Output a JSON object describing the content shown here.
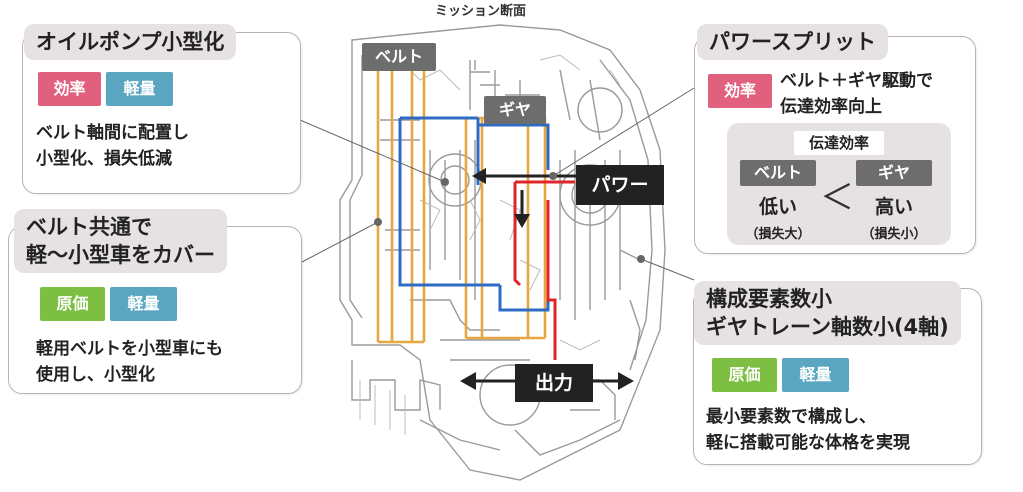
{
  "diagram_title": "ミッション断面",
  "oil_pump": {
    "title": "オイルポンプ小型化",
    "tags": [
      "効率",
      "軽量"
    ],
    "lines": [
      "ベルト軸間に配置し",
      "小型化、損失低減"
    ]
  },
  "belt_common": {
    "title_lines": [
      "ベルト共通で",
      "軽～小型車をカバー"
    ],
    "tags": [
      "原価",
      "軽量"
    ],
    "lines": [
      "軽用ベルトを小型車にも",
      "使用し、小型化"
    ]
  },
  "power_split": {
    "title": "パワースプリット",
    "tag": "効率",
    "lines": [
      "ベルト＋ギヤ駆動で",
      "伝達効率向上"
    ],
    "efficiency": {
      "header": "伝達効率",
      "left_label": "ベルト",
      "left_value": "低い",
      "left_note": "（損失大）",
      "comparator": "＜",
      "right_label": "ギヤ",
      "right_value": "高い",
      "right_note": "（損失小）"
    }
  },
  "components": {
    "title_lines": [
      "構成要素数小",
      "ギヤトレーン軸数小(4軸)"
    ],
    "tags": [
      "原価",
      "軽量"
    ],
    "lines": [
      "最小要素数で構成し、",
      "軽に搭載可能な体格を実現"
    ]
  },
  "drawing_labels": {
    "belt": "ベルト",
    "gear": "ギヤ",
    "power": "パワー",
    "output": "出力"
  },
  "colors": {
    "belt_path": "#e8a640",
    "blue_path": "#2d6bc4",
    "red_path": "#e0262a",
    "efficiency_tag": "#e0607e",
    "weight_tag": "#5aa6c0",
    "cost_tag": "#7dbf43"
  }
}
